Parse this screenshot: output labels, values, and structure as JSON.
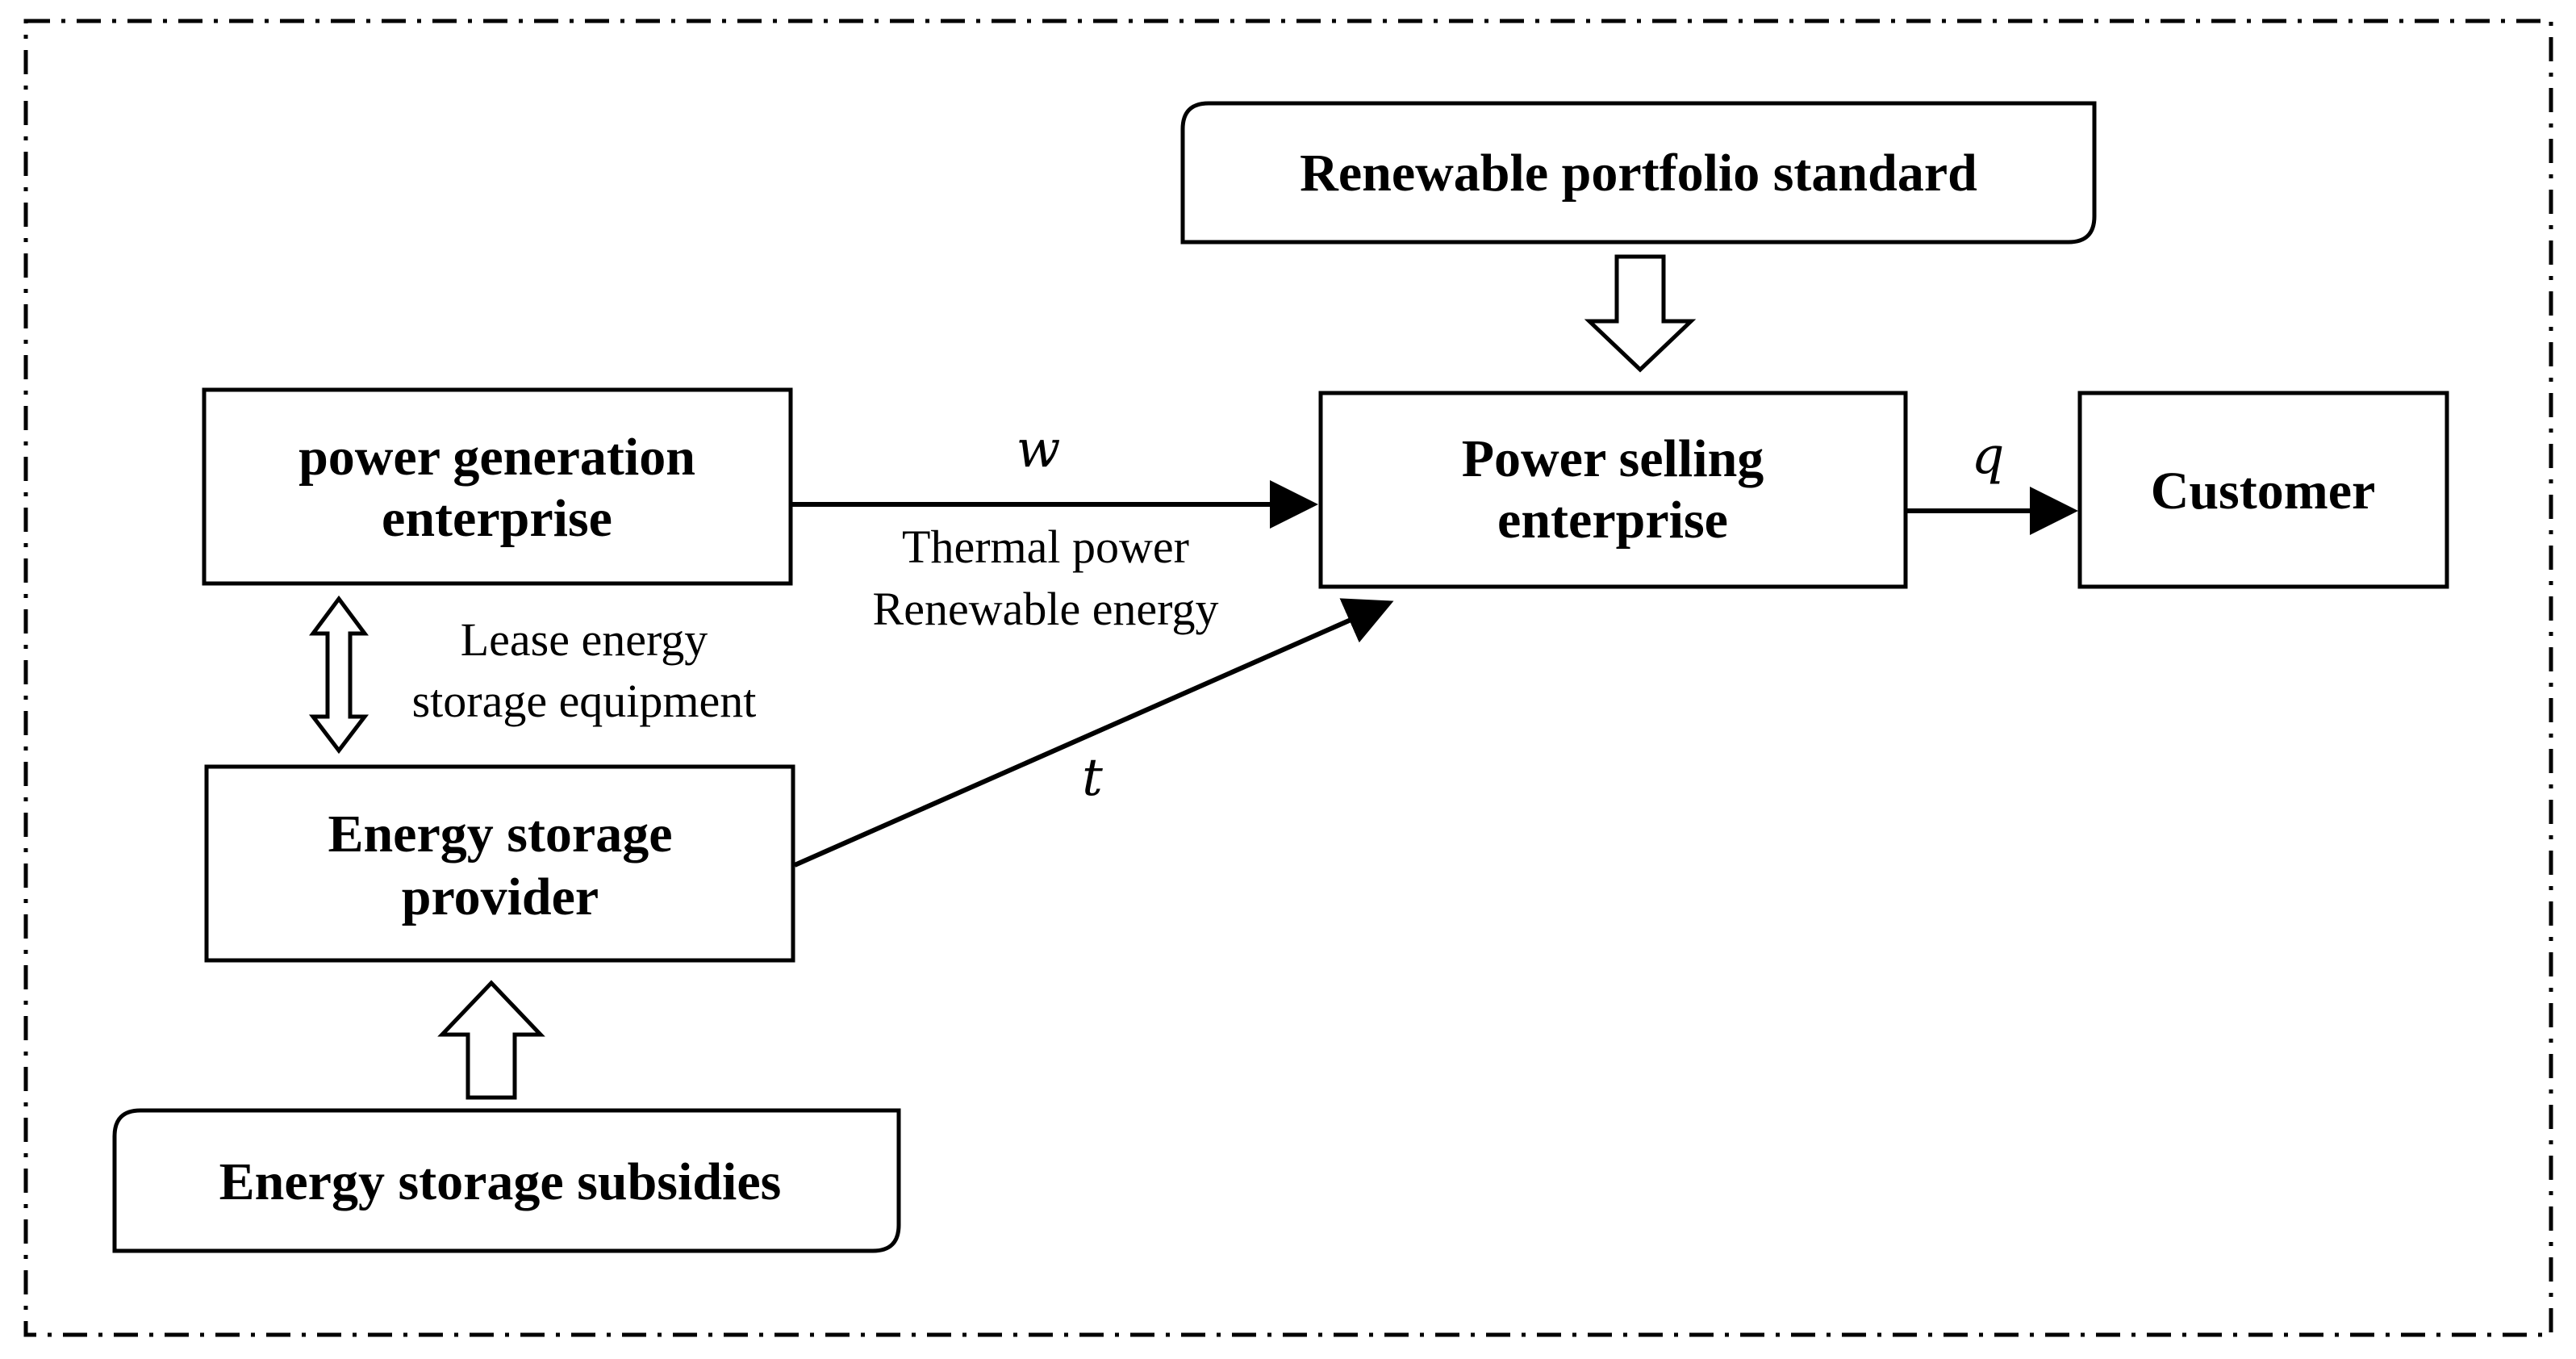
{
  "nodes": {
    "rps": {
      "label": "Renewable portfolio standard"
    },
    "generation": {
      "line1": "power generation",
      "line2": "enterprise"
    },
    "selling": {
      "line1": "Power selling",
      "line2": "enterprise"
    },
    "customer": {
      "label": "Customer"
    },
    "storage": {
      "line1": "Energy storage",
      "line2": "provider"
    },
    "subsidies": {
      "label": "Energy storage subsidies"
    }
  },
  "edges": {
    "gen_to_selling": {
      "variable": "w",
      "line1": "Thermal power",
      "line2": "Renewable energy"
    },
    "selling_to_customer": {
      "variable": "q"
    },
    "storage_to_selling": {
      "variable": "t"
    },
    "lease": {
      "line1": "Lease energy",
      "line2": "storage equipment"
    }
  }
}
